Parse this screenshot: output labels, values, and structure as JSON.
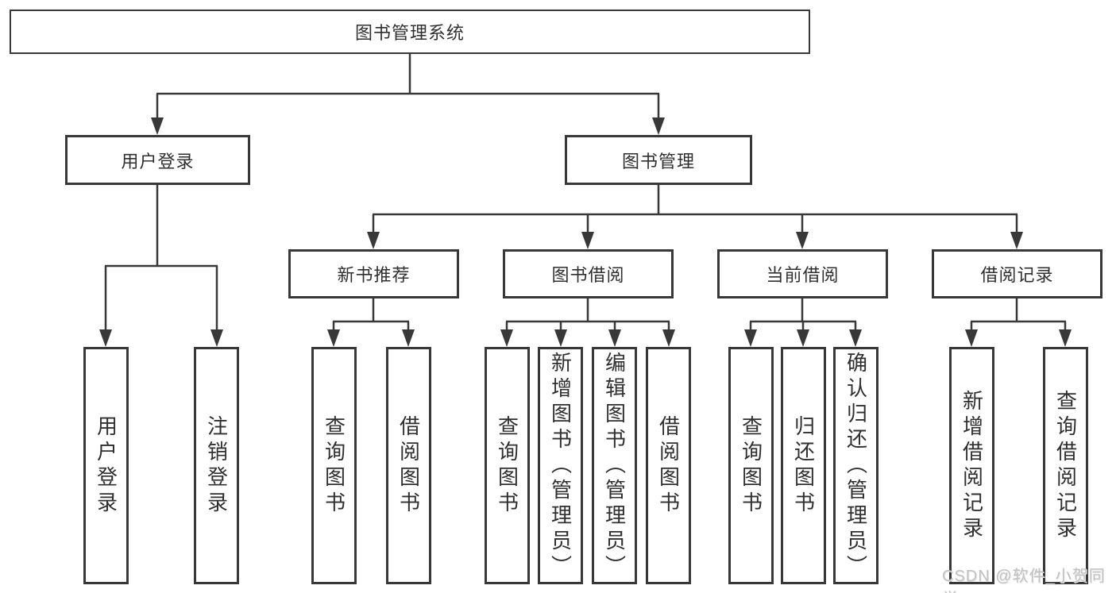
{
  "diagram": {
    "title": "图书管理系统",
    "root_label": "图书管理系统",
    "level2": {
      "login": "用户登录",
      "management": "图书管理"
    },
    "level3": {
      "recommend": "新书推荐",
      "borrow": "图书借阅",
      "current": "当前借阅",
      "records": "借阅记录"
    },
    "leaves": {
      "login_children": [
        "用户登录",
        "注销登录"
      ],
      "recommend_children": [
        "查询图书",
        "借阅图书"
      ],
      "borrow_children": [
        "查询图书",
        "新增图书（管理员）",
        "编辑图书（管理员）",
        "借阅图书"
      ],
      "current_children": [
        "查询图书",
        "归还图书",
        "确认归还（管理员）"
      ],
      "records_children": [
        "新增借阅记录",
        "查询借阅记录"
      ]
    }
  },
  "watermark": "CSDN @软件_小贺同学",
  "colors": {
    "line": "#383838",
    "box_border": "#383838",
    "text": "#2f2f2f",
    "watermark": "#c2c2c2",
    "background": "#ffffff"
  }
}
